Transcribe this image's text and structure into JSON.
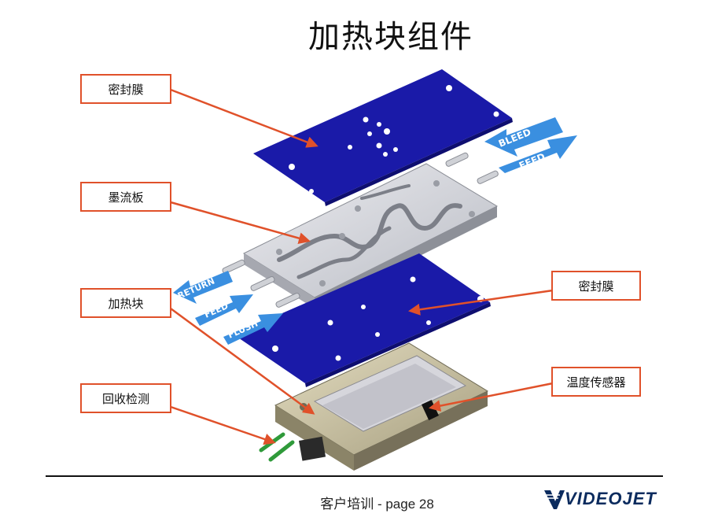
{
  "title": "加热块组件",
  "labels": {
    "seal_top": "密封膜",
    "ink_plate": "墨流板",
    "heater_block": "加热块",
    "seal_right": "密封膜",
    "temp_sensor": "温度传感器",
    "recovery": "回收检测"
  },
  "arrows": {
    "bleed": "BLEED",
    "feed_top": "FEED",
    "return": "RETURN",
    "feed_left": "FEED",
    "flush": "FLUSH"
  },
  "footer": "客户培训 - page 28",
  "logo": "VIDEOJET",
  "colors": {
    "seal": "#1a1aa8",
    "label_border": "#e0512a",
    "flow_arrow": "#3a8fe0"
  }
}
